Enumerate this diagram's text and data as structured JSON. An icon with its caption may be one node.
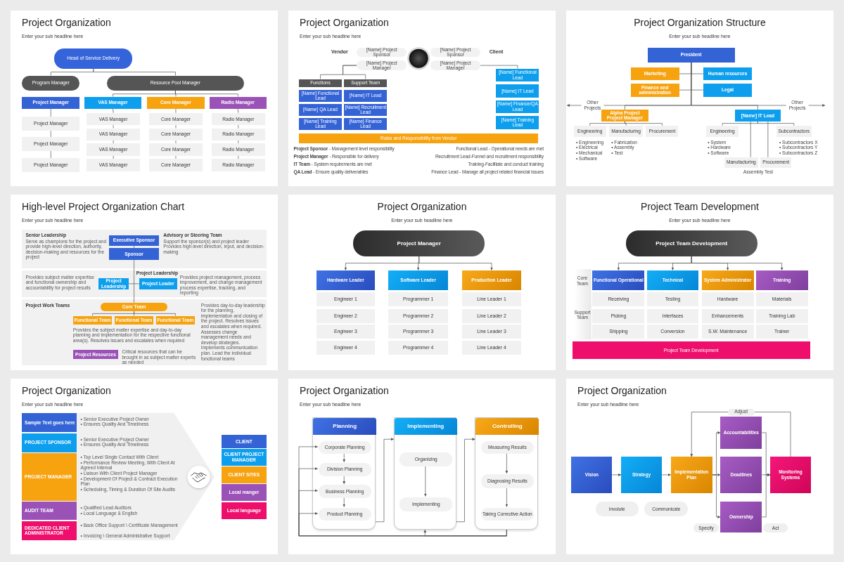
{
  "diagram": {
    "nodes": [
      {
        "text": [
          "Project Organization",
          "Enter your sub headline here"
        ]
      },
      {
        "text": [
          "Head of Service Delivery"
        ],
        "in": 0
      },
      {
        "text": [
          "Program Manager"
        ],
        "in": 0
      },
      {
        "text": [
          "Resource Pool Manager"
        ],
        "in": 0
      },
      {
        "text": [
          "Project Manager"
        ],
        "in": 0
      },
      {
        "text": [
          "VAS Manager"
        ],
        "in": 0
      },
      {
        "text": [
          "Core Manager"
        ],
        "in": 0
      },
      {
        "text": [
          "Radio Manager"
        ],
        "in": 0
      },
      {
        "text": [
          "Project Manager"
        ],
        "in": 0
      },
      {
        "text": [
          "Project Manager"
        ],
        "in": 0
      },
      {
        "text": [
          "Project Manager"
        ],
        "in": 0
      },
      {
        "text": [
          "VAS Manager"
        ],
        "in": 0
      },
      {
        "text": [
          "VAS Manager"
        ],
        "in": 0
      },
      {
        "text": [
          "VAS Manager"
        ],
        "in": 0
      },
      {
        "text": [
          "VAS Manager"
        ],
        "in": 0
      },
      {
        "text": [
          "Core Manager"
        ],
        "in": 0
      },
      {
        "text": [
          "Core Manager"
        ],
        "in": 0
      },
      {
        "text": [
          "Core Manager"
        ],
        "in": 0
      },
      {
        "text": [
          "Core Manager"
        ],
        "in": 0
      },
      {
        "text": [
          "Radio Manager"
        ],
        "in": 0
      },
      {
        "text": [
          "Radio Manager"
        ],
        "in": 0
      },
      {
        "text": [
          "Radio Manager"
        ],
        "in": 0
      },
      {
        "text": [
          "Radio Manager"
        ],
        "in": 0
      },
      {
        "text": [
          "Project Organization",
          "Enter your sub headline here"
        ]
      },
      {
        "text": [
          "[Name] Project Sponsor"
        ],
        "in": 23
      },
      {
        "text": [
          "[Name] Project Manager"
        ],
        "in": 23
      },
      {
        "text": [
          "[Name] Project Sponsor"
        ],
        "in": 23
      },
      {
        "text": [
          "[Name] Project Manager"
        ],
        "in": 23
      },
      {
        "text": [
          "Functions"
        ],
        "in": 23
      },
      {
        "text": [
          "Support Team"
        ],
        "in": 23
      },
      {
        "text": [
          "[Name] Functional Lead"
        ],
        "in": 23
      },
      {
        "text": [
          "[Name] QA Lead"
        ],
        "in": 23
      },
      {
        "text": [
          "[Name] Training Lead"
        ],
        "in": 23
      },
      {
        "text": [
          "[Name] IT Lead"
        ],
        "in": 23
      },
      {
        "text": [
          "[Name] Recruitment Lead"
        ],
        "in": 23
      },
      {
        "text": [
          "[Name] Finance Lead"
        ],
        "in": 23
      },
      {
        "text": [
          "[Name] Functional Lead"
        ],
        "in": 23
      },
      {
        "text": [
          "[Name] IT Lead"
        ],
        "in": 23
      },
      {
        "text": [
          "[Name] Finance/QA Lead"
        ],
        "in": 23
      },
      {
        "text": [
          "[Name] Training Lead"
        ],
        "in": 23
      },
      {
        "text": [
          "Roles and Responsibility from Vendor"
        ],
        "in": 23
      },
      {
        "text": [
          "Project Organization Structure",
          "Enter your sub headline here"
        ]
      },
      {
        "text": [
          "President"
        ],
        "in": 41
      },
      {
        "text": [
          "Marketing"
        ],
        "in": 41
      },
      {
        "text": [
          "Human resources"
        ],
        "in": 41
      },
      {
        "text": [
          "Finance and administration"
        ],
        "in": 41
      },
      {
        "text": [
          "Legal"
        ],
        "in": 41
      },
      {
        "text": [
          "Other Projects"
        ],
        "in": 41
      },
      {
        "text": [
          "Other Projects"
        ],
        "in": 41
      },
      {
        "text": [
          "Alpha Project Project Manager"
        ],
        "in": 41
      },
      {
        "text": [
          "[Name] IT Lead"
        ],
        "in": 41
      },
      {
        "text": [
          "Engineering"
        ],
        "in": 41
      },
      {
        "text": [
          "Manufacturing"
        ],
        "in": 41
      },
      {
        "text": [
          "Procurement"
        ],
        "in": 41
      },
      {
        "text": [
          "Engineering"
        ],
        "in": 41
      },
      {
        "text": [
          "Subcontractors"
        ],
        "in": 41
      },
      {
        "text": [
          "Manufacturing"
        ],
        "in": 41
      },
      {
        "text": [
          "Procurement"
        ],
        "in": 41
      },
      {
        "text": [
          "High-level Project Organization Chart",
          "Enter your sub headline here"
        ]
      },
      {
        "text": [
          "Senior Leadership",
          "Serve as champions for the project and provide high-level direction, authority, decision-making and resources for the project",
          "Advisory or Steering Team",
          "Support the sponsor(s) and project leader Provides high-level direction, input, and decision-making"
        ],
        "in": 58
      },
      {
        "text": [
          "Executive Sponsor"
        ],
        "in": 59
      },
      {
        "text": [
          "Sponsor"
        ],
        "in": 59
      },
      {
        "text": [
          "Project Leadership",
          "Provides subject matter expertise and functional ownership and accountability for project results",
          "Provides project management, process improvement, and change management process expertise, tracking, and reporting"
        ],
        "in": 58
      },
      {
        "text": [
          "Project Leadership"
        ],
        "in": 62
      },
      {
        "text": [
          "Project Leader"
        ],
        "in": 62
      },
      {
        "text": [
          "Project Work Teams",
          "Provides day-to-day leadership for the planning, implementation and closing of the project. Resolves issues and escalates when required. Assesses change management needs and develop strategies. Implements communication plan. Lead the individual functional teams",
          "Provides the subject matter expertise and day-to-day planning and implementation for the respective functional area(s). Resolves issues and escalates when required",
          "Critical resources that can be brought in as subject matter experts as needed"
        ],
        "in": 58
      },
      {
        "text": [
          "Core Team"
        ],
        "in": 65
      },
      {
        "text": [
          "Functional Team"
        ],
        "in": 65
      },
      {
        "text": [
          "Functional Team"
        ],
        "in": 65
      },
      {
        "text": [
          "Functional Team"
        ],
        "in": 65
      },
      {
        "text": [
          "Project Resources"
        ],
        "in": 65
      },
      {
        "text": [
          "Project Organization",
          "Enter your sub headline here"
        ]
      },
      {
        "text": [
          "Project Manager"
        ],
        "in": 71
      },
      {
        "text": [
          "Hardware Leader"
        ],
        "in": 71
      },
      {
        "text": [
          "Software Leader"
        ],
        "in": 71
      },
      {
        "text": [
          "Production Leader"
        ],
        "in": 71
      },
      {
        "text": [
          "Engineer 1"
        ],
        "in": 71
      },
      {
        "text": [
          "Engineer 2"
        ],
        "in": 71
      },
      {
        "text": [
          "Engineer 3"
        ],
        "in": 71
      },
      {
        "text": [
          "Engineer 4"
        ],
        "in": 71
      },
      {
        "text": [
          "Programmer 1"
        ],
        "in": 71
      },
      {
        "text": [
          "Programmer 2"
        ],
        "in": 71
      },
      {
        "text": [
          "Programmer 3"
        ],
        "in": 71
      },
      {
        "text": [
          "Programmer 4"
        ],
        "in": 71
      },
      {
        "text": [
          "Line Leader 1"
        ],
        "in": 71
      },
      {
        "text": [
          "Line Leader 2"
        ],
        "in": 71
      },
      {
        "text": [
          "Line Leader 3"
        ],
        "in": 71
      },
      {
        "text": [
          "Line Leader 4"
        ],
        "in": 71
      },
      {
        "text": [
          "Project Team Development",
          "Enter your sub headline here"
        ]
      },
      {
        "text": [
          "Project Team Development"
        ],
        "in": 88
      },
      {
        "text": [
          "Functional Operational"
        ],
        "in": 88
      },
      {
        "text": [
          "Technical"
        ],
        "in": 88
      },
      {
        "text": [
          "System Administrator"
        ],
        "in": 88
      },
      {
        "text": [
          "Training"
        ],
        "in": 88
      },
      {
        "text": [
          "Receiving"
        ],
        "in": 88
      },
      {
        "text": [
          "Picking"
        ],
        "in": 88
      },
      {
        "text": [
          "Shipping"
        ],
        "in": 88
      },
      {
        "text": [
          "Testing"
        ],
        "in": 88
      },
      {
        "text": [
          "Interfaces"
        ],
        "in": 88
      },
      {
        "text": [
          "Conversion"
        ],
        "in": 88
      },
      {
        "text": [
          "Hardware"
        ],
        "in": 88
      },
      {
        "text": [
          "Enhancements"
        ],
        "in": 88
      },
      {
        "text": [
          "S.W. Maintenance"
        ],
        "in": 88
      },
      {
        "text": [
          "Materials"
        ],
        "in": 88
      },
      {
        "text": [
          "Training Lab"
        ],
        "in": 88
      },
      {
        "text": [
          "Trainer"
        ],
        "in": 88
      },
      {
        "text": [
          "Project Team Development"
        ],
        "in": 88
      },
      {
        "text": [
          "Project Organization",
          "Enter your sub headline here"
        ]
      },
      {
        "text": [
          "Sample Text goes here"
        ],
        "in": 107
      },
      {
        "text": [
          "PROJECT SPONSOR"
        ],
        "in": 107
      },
      {
        "text": [
          "PROJECT MANAGER"
        ],
        "in": 107
      },
      {
        "text": [
          "AUDIT TEAM"
        ],
        "in": 107
      },
      {
        "text": [
          "DEDICATED CLIENT ADMINISTRATOR"
        ],
        "in": 107
      },
      {
        "text": [
          "CLIENT"
        ],
        "in": 107
      },
      {
        "text": [
          "CLIENT PROJECT MANAGER"
        ],
        "in": 107
      },
      {
        "text": [
          "CLIENT SITES"
        ],
        "in": 107
      },
      {
        "text": [
          "Local manger"
        ],
        "in": 107
      },
      {
        "text": [
          "Local language"
        ],
        "in": 107
      },
      {
        "text": [
          "Project Organization",
          "Enter your sub headline here"
        ]
      },
      {
        "text": [
          "Planning"
        ],
        "in": 118
      },
      {
        "text": [
          "Corporate Planning"
        ],
        "in": 119
      },
      {
        "text": [
          "Division Planning"
        ],
        "in": 119
      },
      {
        "text": [
          "Business Planning"
        ],
        "in": 119
      },
      {
        "text": [
          "Product Planning"
        ],
        "in": 119
      },
      {
        "text": [
          "Implementing"
        ],
        "in": 118
      },
      {
        "text": [
          "Organizing"
        ],
        "in": 124
      },
      {
        "text": [
          "Implementing"
        ],
        "in": 124
      },
      {
        "text": [
          "Controlling"
        ],
        "in": 118
      },
      {
        "text": [
          "Measuring Results"
        ],
        "in": 127
      },
      {
        "text": [
          "Diagnosing Results"
        ],
        "in": 127
      },
      {
        "text": [
          "Taking Corrective Action"
        ],
        "in": 127
      },
      {
        "text": [
          "Project Organization",
          "Enter your sub headline here"
        ]
      },
      {
        "text": [
          "Vision"
        ],
        "in": 131
      },
      {
        "text": [
          "Strategy"
        ],
        "in": 131
      },
      {
        "text": [
          "Implementation Plan"
        ],
        "in": 131
      },
      {
        "text": [
          "Accountabilities"
        ],
        "in": 131
      },
      {
        "text": [
          "Deadlines"
        ],
        "in": 131
      },
      {
        "text": [
          "Ownership"
        ],
        "in": 131
      },
      {
        "text": [
          "Monitoring Systems"
        ],
        "in": 131
      },
      {
        "text": [
          "Involute"
        ],
        "in": 131
      },
      {
        "text": [
          "Communicate"
        ],
        "in": 131
      },
      {
        "text": [
          "Specify"
        ],
        "in": 131
      },
      {
        "text": [
          "Act"
        ],
        "in": 131
      }
    ],
    "edges": [
      {
        "from": 1,
        "to": 2,
        "arrow": "none"
      },
      {
        "from": 1,
        "to": 3,
        "arrow": "none"
      },
      {
        "from": 3,
        "to": 5,
        "arrow": "none"
      },
      {
        "from": 3,
        "to": 6,
        "arrow": "none"
      },
      {
        "from": 3,
        "to": 7,
        "arrow": "none"
      },
      {
        "from": 4,
        "to": 8,
        "arrow": "none"
      },
      {
        "from": 8,
        "to": 9,
        "arrow": "none"
      },
      {
        "from": 9,
        "to": 10,
        "arrow": "none"
      },
      {
        "from": 5,
        "to": 11,
        "arrow": "none"
      },
      {
        "from": 11,
        "to": 12,
        "arrow": "none"
      },
      {
        "from": 12,
        "to": 13,
        "arrow": "none"
      },
      {
        "from": 13,
        "to": 14,
        "arrow": "none"
      },
      {
        "from": 6,
        "to": 15,
        "arrow": "none"
      },
      {
        "from": 15,
        "to": 16,
        "arrow": "none"
      },
      {
        "from": 16,
        "to": 17,
        "arrow": "none"
      },
      {
        "from": 17,
        "to": 18,
        "arrow": "none"
      },
      {
        "from": 7,
        "to": 19,
        "arrow": "none"
      },
      {
        "from": 19,
        "to": 20,
        "arrow": "none"
      },
      {
        "from": 20,
        "to": 21,
        "arrow": "none"
      },
      {
        "from": 21,
        "to": 22,
        "arrow": "none"
      },
      {
        "from": 25,
        "to": 28,
        "arrow": "none"
      },
      {
        "from": 25,
        "to": 29,
        "arrow": "none"
      },
      {
        "from": 27,
        "to": 36,
        "arrow": "none"
      },
      {
        "from": 42,
        "to": 43,
        "arrow": "none"
      },
      {
        "from": 42,
        "to": 44,
        "arrow": "none"
      },
      {
        "from": 42,
        "to": 45,
        "arrow": "none"
      },
      {
        "from": 42,
        "to": 46,
        "arrow": "none"
      },
      {
        "from": 42,
        "to": 47,
        "arrow": "none"
      },
      {
        "from": 42,
        "to": 48,
        "arrow": "none"
      },
      {
        "from": 47,
        "to": null,
        "arrow": "to"
      },
      {
        "from": 48,
        "to": null,
        "arrow": "to"
      },
      {
        "from": 42,
        "to": 49,
        "arrow": "none"
      },
      {
        "from": 42,
        "to": 50,
        "arrow": "none"
      },
      {
        "from": 49,
        "to": 51,
        "arrow": "none"
      },
      {
        "from": 49,
        "to": 52,
        "arrow": "none"
      },
      {
        "from": 49,
        "to": 53,
        "arrow": "none"
      },
      {
        "from": 50,
        "to": 54,
        "arrow": "none"
      },
      {
        "from": 50,
        "to": 55,
        "arrow": "none"
      },
      {
        "from": 50,
        "to": 56,
        "arrow": "none"
      },
      {
        "from": 50,
        "to": 57,
        "arrow": "none"
      },
      {
        "from": 60,
        "to": 61,
        "arrow": "none"
      },
      {
        "from": 61,
        "to": 66,
        "arrow": "none"
      },
      {
        "from": 63,
        "to": 64,
        "arrow": "none"
      },
      {
        "from": 66,
        "to": 67,
        "arrow": "none"
      },
      {
        "from": 66,
        "to": 68,
        "arrow": "none"
      },
      {
        "from": 66,
        "to": 69,
        "arrow": "none"
      },
      {
        "from": 72,
        "to": 73,
        "arrow": "to"
      },
      {
        "from": 72,
        "to": 74,
        "arrow": "to"
      },
      {
        "from": 72,
        "to": 75,
        "arrow": "to"
      },
      {
        "from": 89,
        "to": 90,
        "arrow": "to"
      },
      {
        "from": 89,
        "to": 91,
        "arrow": "to"
      },
      {
        "from": 89,
        "to": 92,
        "arrow": "to"
      },
      {
        "from": 89,
        "to": 93,
        "arrow": "to"
      },
      {
        "from": 120,
        "to": 121,
        "arrow": "to"
      },
      {
        "from": 121,
        "to": 122,
        "arrow": "to"
      },
      {
        "from": 122,
        "to": 123,
        "arrow": "to"
      },
      {
        "from": 125,
        "to": 126,
        "arrow": "to"
      },
      {
        "from": 128,
        "to": 129,
        "arrow": "to"
      },
      {
        "from": 129,
        "to": 130,
        "arrow": "to"
      },
      {
        "from": 119,
        "to": 124,
        "arrow": "to"
      },
      {
        "from": 124,
        "to": 127,
        "arrow": "to"
      },
      {
        "from": 127,
        "to": 124,
        "arrow": "to"
      },
      {
        "from": 127,
        "to": 120,
        "arrow": "to"
      },
      {
        "from": 127,
        "to": 121,
        "arrow": "to"
      },
      {
        "from": 127,
        "to": 122,
        "arrow": "to"
      },
      {
        "from": 127,
        "to": 123,
        "arrow": "to"
      },
      {
        "from": 132,
        "to": 133,
        "arrow": "to"
      },
      {
        "from": 133,
        "to": 134,
        "arrow": "to"
      },
      {
        "from": 134,
        "to": 135,
        "arrow": "to"
      },
      {
        "from": 134,
        "to": 136,
        "arrow": "to"
      },
      {
        "from": 134,
        "to": 137,
        "arrow": "to"
      },
      {
        "from": 135,
        "to": 138,
        "arrow": "to"
      },
      {
        "from": 136,
        "to": 138,
        "arrow": "to"
      },
      {
        "from": 137,
        "to": 138,
        "arrow": "to"
      },
      {
        "from": 138,
        "to": 134,
        "arrow": "to",
        "label": "Adjust"
      }
    ],
    "labels": [
      "Vendor",
      "Client",
      "**Project Sponsor** - Management level responsibility",
      "**Project Manager** - Responsible for delivery",
      "**IT Team** - System requirements are met",
      "**QA Lead** - Ensure quality deliverables",
      "Functional Lead - Operational needs are met",
      "Recruitment Lead-Funnel and recruitment responsibility",
      "Training-Facilitate and conduct training",
      "Finance Lead - Manage all project related financial issues",
      "• Engineering",
      "• Electrical",
      "• Mechanical",
      "• Software",
      "• Fabrication",
      "• Assembly",
      "• Test",
      "• System",
      "• Hardware",
      "• Software",
      "• Subcontractors X",
      "• Subcontractors Y",
      "• Subcontractors Z",
      "Assembly Test",
      "Core Team",
      "Support Team",
      "• Senior Executive Project Owner",
      "• Ensures Quality And Timeliness",
      "• Senior Executive Project Owner",
      "• Ensures Quality And Timeliness",
      "• Top Level Single Contact With Client",
      "• Performance Review Meeting, With Client At Agreed Interval",
      "• Liaison With Client Project Manager",
      "• Development Of Project & Contract Execution Plan",
      "• Scheduling, Timing & Duration Of Site Audits",
      "• Qualified Lead Auditors",
      "• Local Language & English",
      "• Back Office Support \\ Certificate Management",
      "• Invoicing \\ General Administrative Support"
    ]
  }
}
